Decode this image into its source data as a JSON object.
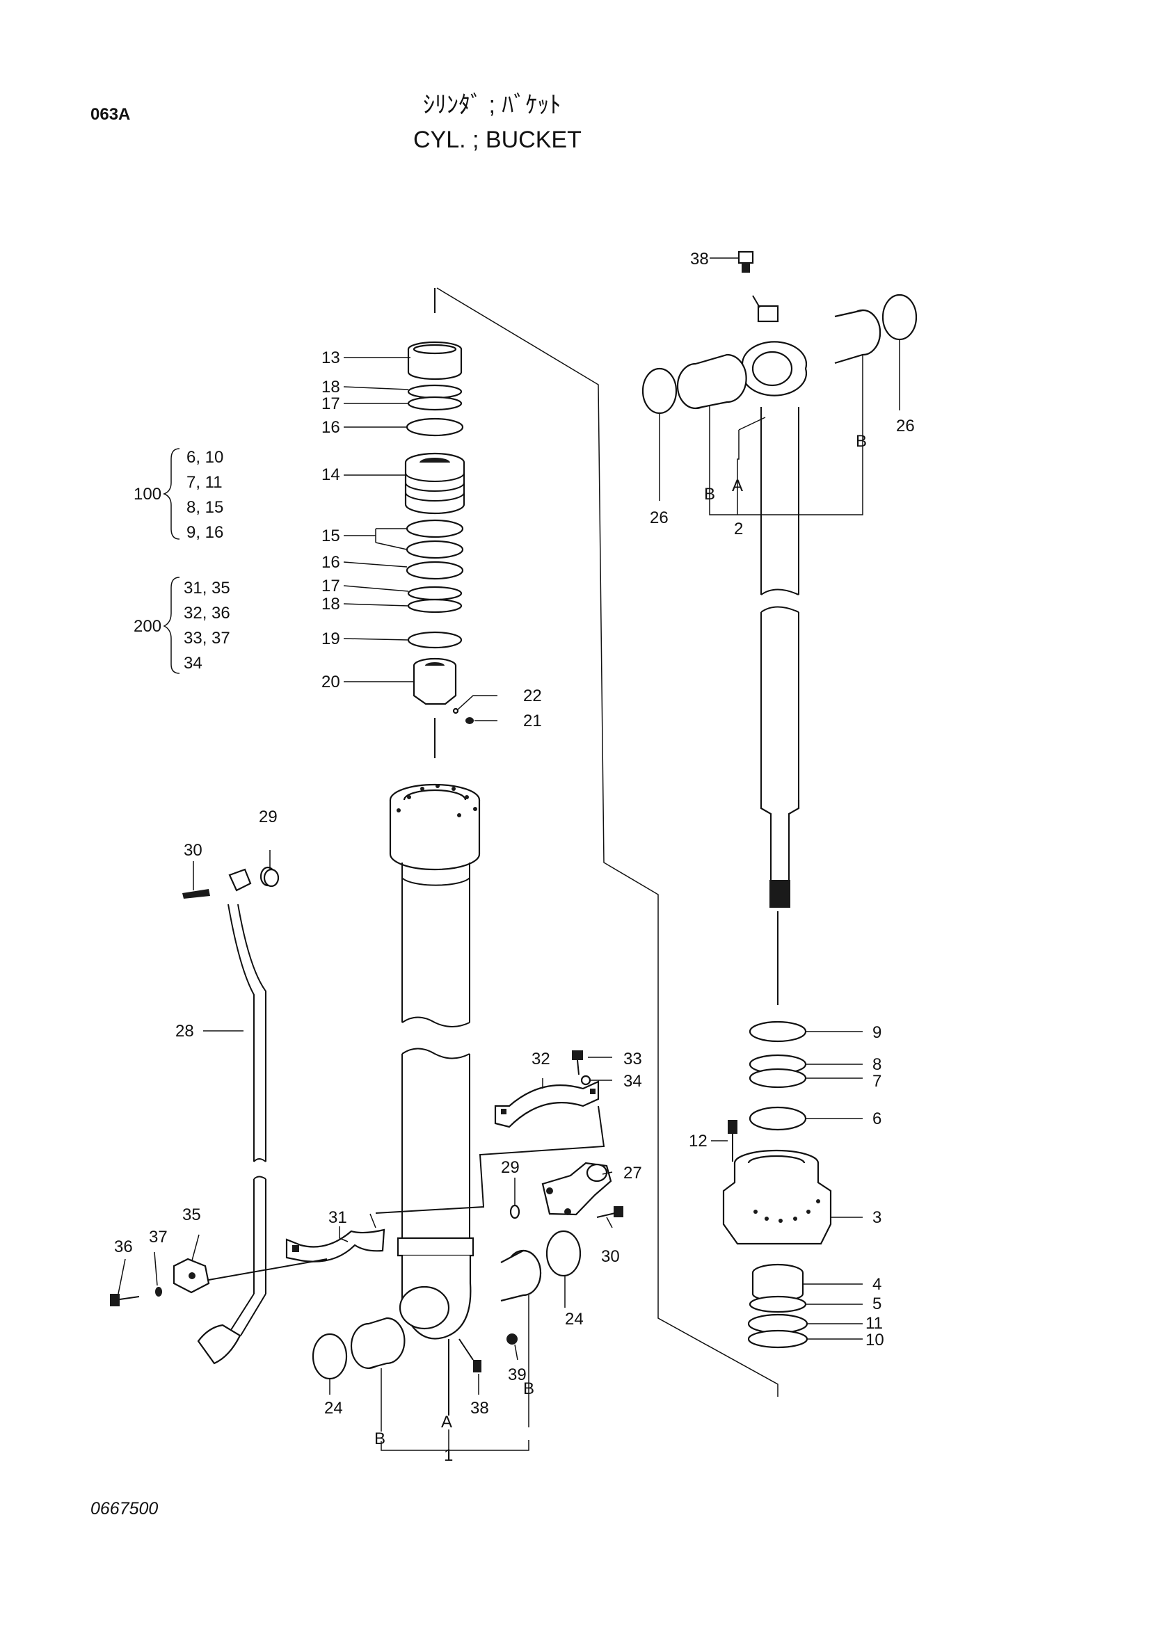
{
  "header": {
    "page_code": "063A",
    "title_jp": "ｼﾘﾝﾀﾞ ; ﾊﾞｹｯﾄ",
    "title_en": "CYL. ; BUCKET"
  },
  "footer": {
    "drawing_number": "0667500"
  },
  "groups": {
    "g100": {
      "number": "100",
      "members": [
        "6, 10",
        "7, 11",
        "8, 15",
        "9, 16"
      ]
    },
    "g200": {
      "number": "200",
      "members": [
        "31, 35",
        "32, 36",
        "33, 37",
        "34"
      ]
    }
  },
  "callouts": {
    "c1": "1",
    "c2": "2",
    "c3": "3",
    "c4": "4",
    "c5": "5",
    "c6": "6",
    "c7": "7",
    "c8": "8",
    "c9": "9",
    "c10": "10",
    "c11": "11",
    "c12": "12",
    "c13": "13",
    "c14": "14",
    "c15": "15",
    "c16a": "16",
    "c16b": "16",
    "c17a": "17",
    "c17b": "17",
    "c18a": "18",
    "c18b": "18",
    "c19": "19",
    "c20": "20",
    "c21": "21",
    "c22": "22",
    "c24a": "24",
    "c24b": "24",
    "c26a": "26",
    "c26b": "26",
    "c27": "27",
    "c28": "28",
    "c29a": "29",
    "c29b": "29",
    "c30a": "30",
    "c30b": "30",
    "c31": "31",
    "c32": "32",
    "c33": "33",
    "c34": "34",
    "c35": "35",
    "c36": "36",
    "c37": "37",
    "c38a": "38",
    "c38b": "38",
    "c39": "39"
  },
  "markers": {
    "a_rod": "A",
    "b_rod_left": "B",
    "b_rod_right": "B",
    "a_tube": "A",
    "b_tube_left": "B",
    "b_tube_right": "B"
  }
}
